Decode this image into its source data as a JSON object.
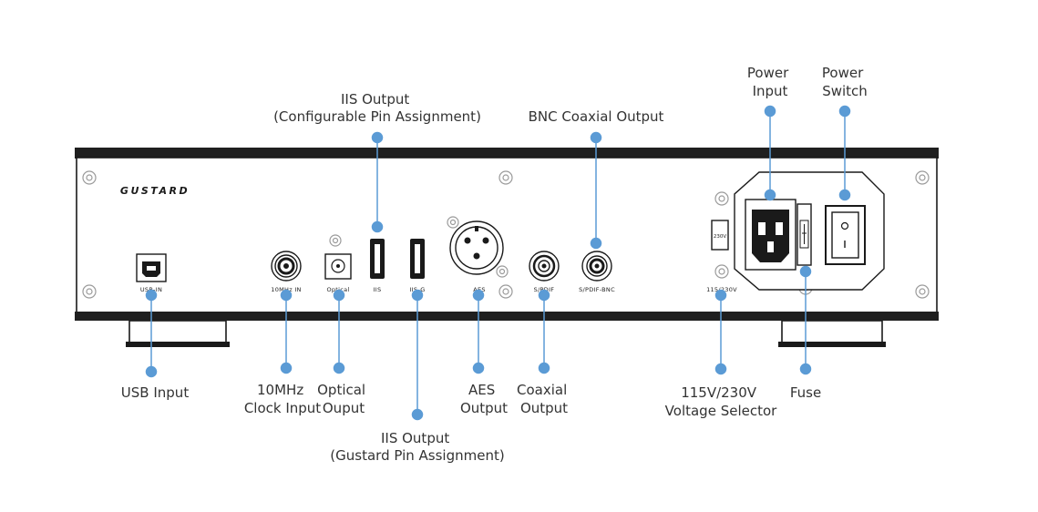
{
  "brand": "GUSTARD",
  "accent_color": "#5b9bd5",
  "panel_labels": {
    "usb_in": "USB-IN",
    "clock_in": "10MHz IN",
    "optical": "Optical",
    "iis": "IIS",
    "iis_g": "IIS-G",
    "aes": "AES",
    "spdif": "S/PDIF",
    "spdif_bnc": "S/PDIF-BNC",
    "voltage": "115/230V",
    "selector_value": "230V"
  },
  "callouts": {
    "iis_output_configurable": [
      "IIS Output",
      "(Configurable Pin Assignment)"
    ],
    "bnc_coaxial_output": [
      "BNC Coaxial Output"
    ],
    "power_input": [
      "Power",
      "Input"
    ],
    "power_switch": [
      "Power",
      "Switch"
    ],
    "usb_input": [
      "USB Input"
    ],
    "clock_input": [
      "10MHz",
      "Clock Input"
    ],
    "optical_output": [
      "Optical",
      "Ouput"
    ],
    "iis_output_gustard": [
      "IIS Output",
      "(Gustard Pin Assignment)"
    ],
    "aes_output": [
      "AES",
      "Output"
    ],
    "coaxial_output": [
      "Coaxial",
      "Output"
    ],
    "voltage_selector": [
      "115V/230V",
      "Voltage Selector"
    ],
    "fuse": [
      "Fuse"
    ]
  }
}
